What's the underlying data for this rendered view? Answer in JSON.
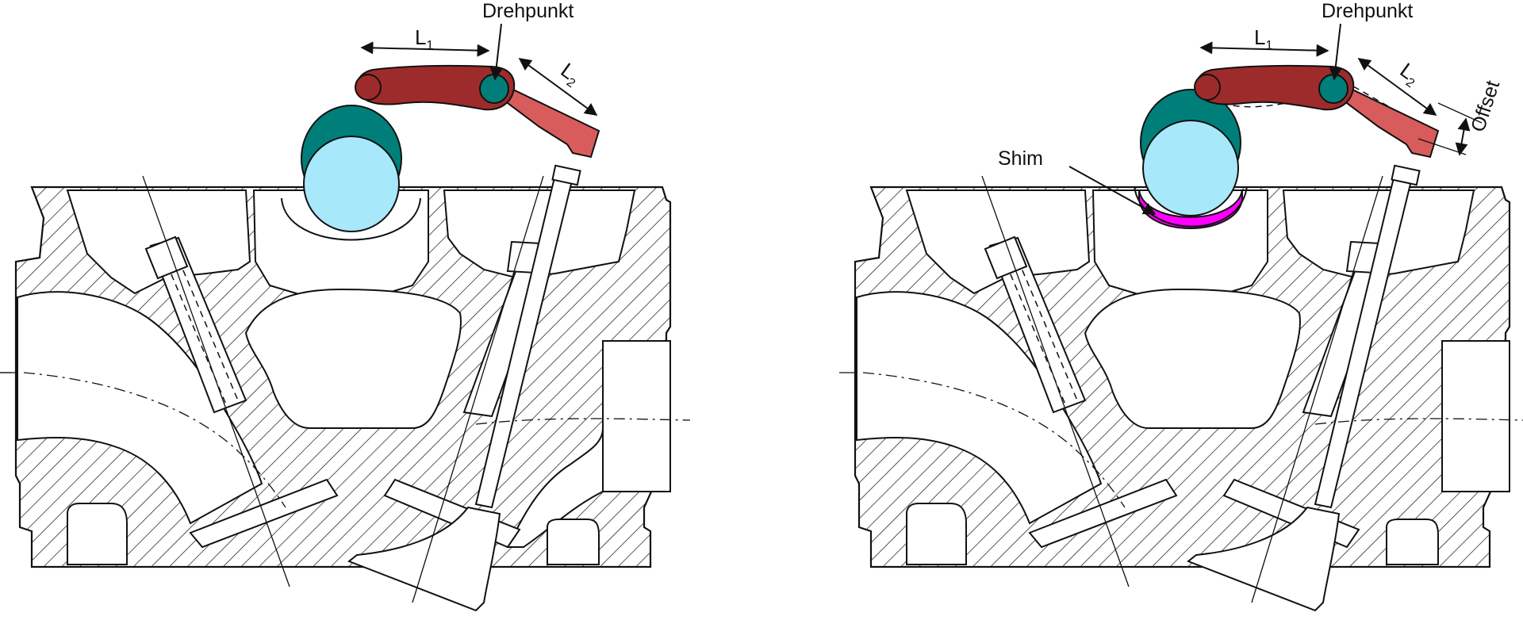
{
  "panels": [
    {
      "id": "left",
      "labels": {
        "pivot": "Drehpunkt",
        "l1": "L",
        "l1_sub": "1",
        "l2": "L",
        "l2_sub": "2"
      }
    },
    {
      "id": "right",
      "labels": {
        "pivot": "Drehpunkt",
        "l1": "L",
        "l1_sub": "1",
        "l2": "L",
        "l2_sub": "2",
        "offset": "Offset",
        "shim": "Shim"
      }
    }
  ],
  "colors": {
    "rocker_arm_dark": "#9e2b2b",
    "rocker_arm_light": "#d95c5c",
    "pivot": "#007f7a",
    "cam_dark": "#007f7a",
    "cam_light": "#a8e8fb",
    "shim": "#ff00ff"
  }
}
